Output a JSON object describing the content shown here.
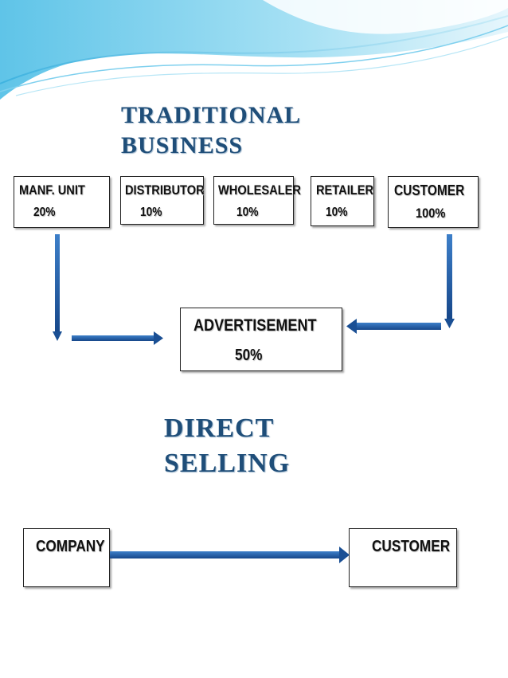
{
  "traditional": {
    "heading_line1": "TRADITIONAL",
    "heading_line2": "BUSINESS",
    "boxes": [
      {
        "label": "MANF. UNIT",
        "percent": "20%"
      },
      {
        "label": "DISTRIBUTOR",
        "percent": "10%"
      },
      {
        "label": "WHOLESALER",
        "percent": "10%"
      },
      {
        "label": "RETAILER",
        "percent": "10%"
      },
      {
        "label": "CUSTOMER",
        "percent": "100%"
      }
    ],
    "advertisement": {
      "label": "ADVERTISEMENT",
      "percent": "50%"
    }
  },
  "direct": {
    "heading_line1": "DIRECT",
    "heading_line2": "SELLING",
    "company_label": "COMPANY",
    "customer_label": "CUSTOMER"
  },
  "colors": {
    "heading": "#1f4e79",
    "arrow": "#1f5fa8",
    "decor_wave": "#8fd3ef"
  }
}
